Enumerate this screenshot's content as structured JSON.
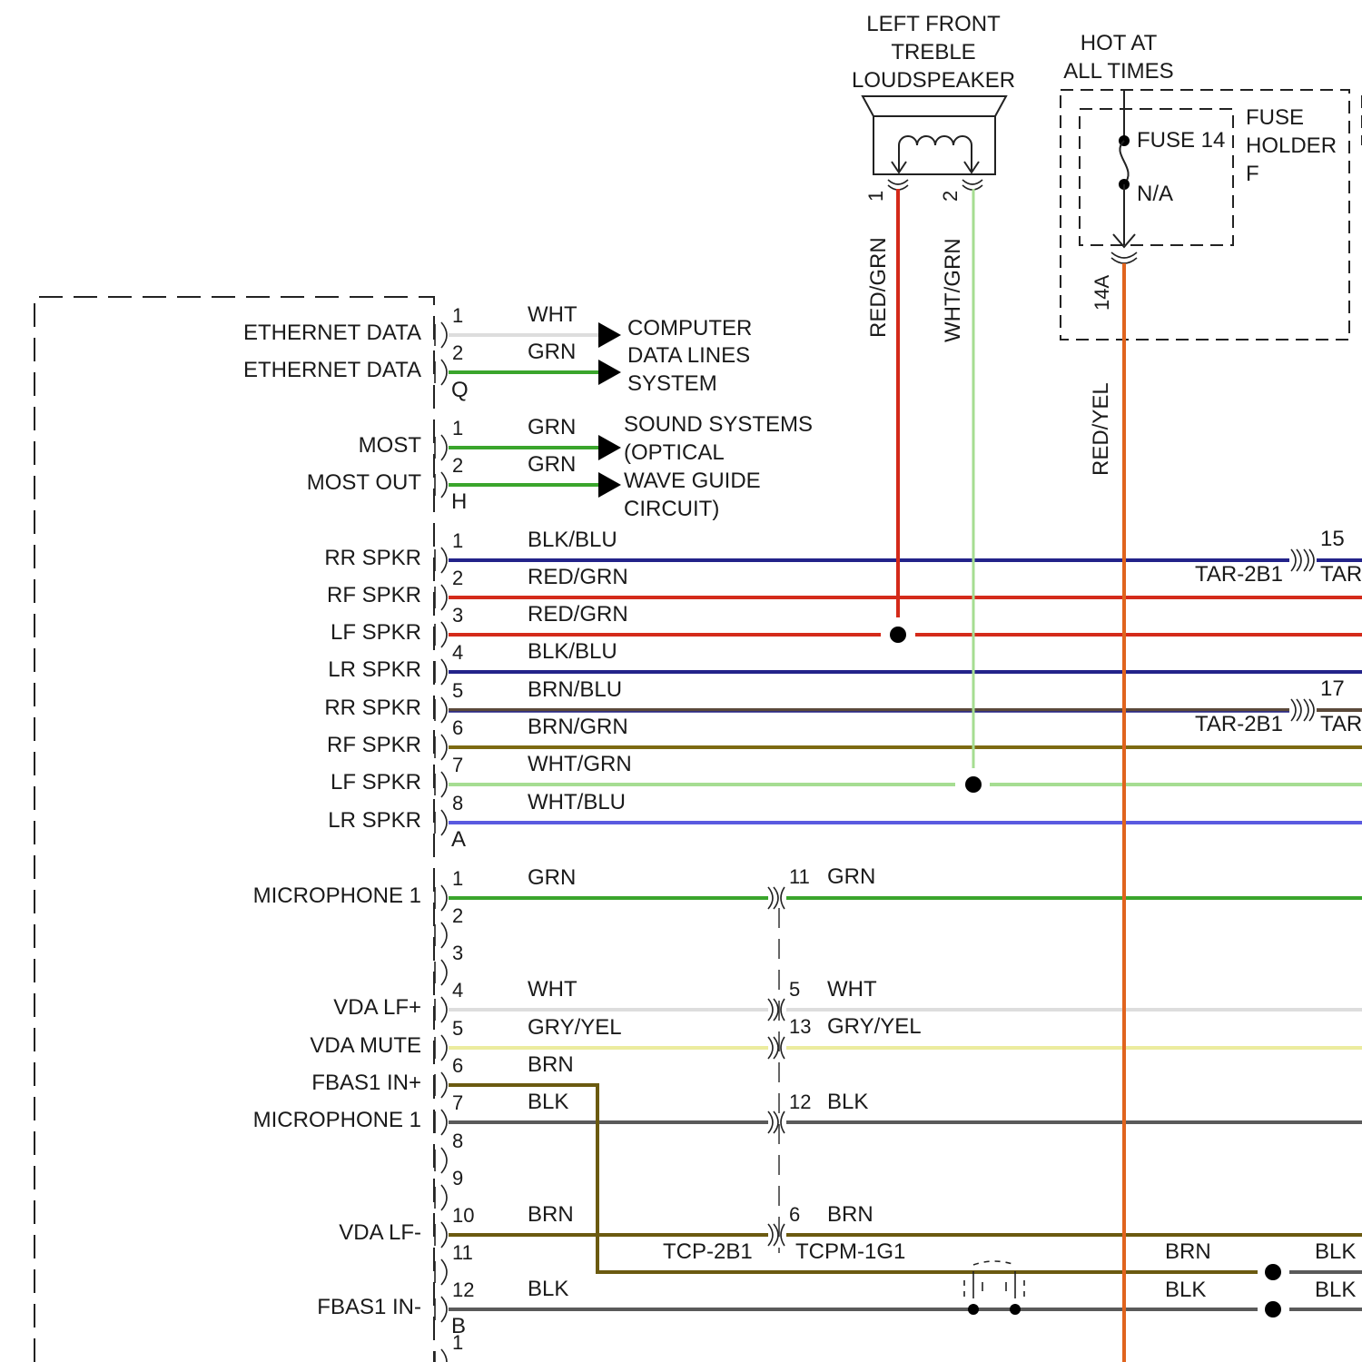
{
  "module_pins": [
    {
      "pin": "1",
      "color": "WHT",
      "label": "ETHERNET DATA",
      "stroke": "#dddddd"
    },
    {
      "pin": "2",
      "color": "GRN",
      "label": "ETHERNET DATA",
      "stroke": "#3aa52c"
    },
    {
      "pin": "1",
      "color": "GRN",
      "label": "MOST",
      "stroke": "#3aa52c"
    },
    {
      "pin": "2",
      "color": "GRN",
      "label": "MOST OUT",
      "stroke": "#3aa52c"
    },
    {
      "pin": "1",
      "color": "BLK/BLU",
      "label": "RR SPKR",
      "stroke": "#23238a"
    },
    {
      "pin": "2",
      "color": "RED/GRN",
      "label": "RF SPKR",
      "stroke": "#d42a1a"
    },
    {
      "pin": "3",
      "color": "RED/GRN",
      "label": "LF SPKR",
      "stroke": "#d42a1a"
    },
    {
      "pin": "4",
      "color": "BLK/BLU",
      "label": "LR SPKR",
      "stroke": "#23238a"
    },
    {
      "pin": "5",
      "color": "BRN/BLU",
      "label": "RR SPKR",
      "stroke": "#5b4a3a"
    },
    {
      "pin": "6",
      "color": "BRN/GRN",
      "label": "RF SPKR",
      "stroke": "#7d6a12"
    },
    {
      "pin": "7",
      "color": "WHT/GRN",
      "label": "LF SPKR",
      "stroke": "#a6dd92"
    },
    {
      "pin": "8",
      "color": "WHT/BLU",
      "label": "LR SPKR",
      "stroke": "#5a5ae0"
    },
    {
      "pin": "1",
      "color": "GRN",
      "label": "MICROPHONE 1",
      "stroke": "#3aa52c"
    },
    {
      "pin": "2",
      "color": "",
      "label": "",
      "stroke": ""
    },
    {
      "pin": "3",
      "color": "",
      "label": "",
      "stroke": ""
    },
    {
      "pin": "4",
      "color": "WHT",
      "label": "VDA LF+",
      "stroke": "#dddddd"
    },
    {
      "pin": "5",
      "color": "GRY/YEL",
      "label": "VDA MUTE",
      "stroke": "#ecec9e"
    },
    {
      "pin": "6",
      "color": "BRN",
      "label": "FBAS1 IN+",
      "stroke": "#6b5a10"
    },
    {
      "pin": "7",
      "color": "BLK",
      "label": "MICROPHONE 1",
      "stroke": "#5a5a5a"
    },
    {
      "pin": "8",
      "color": "",
      "label": "",
      "stroke": ""
    },
    {
      "pin": "9",
      "color": "",
      "label": "",
      "stroke": ""
    },
    {
      "pin": "10",
      "color": "BRN",
      "label": "VDA LF-",
      "stroke": "#6b5a10"
    },
    {
      "pin": "11",
      "color": "",
      "label": "",
      "stroke": ""
    },
    {
      "pin": "12",
      "color": "BLK",
      "label": "FBAS1 IN-",
      "stroke": "#5a5a5a"
    },
    {
      "pin": "1",
      "color": "",
      "label": "",
      "stroke": ""
    }
  ],
  "connectors": {
    "q": "Q",
    "h": "H",
    "a": "A",
    "b": "B"
  },
  "destinations": {
    "computer_data": [
      "COMPUTER",
      "DATA LINES",
      "SYSTEM"
    ],
    "sound_systems": [
      "SOUND SYSTEMS",
      "(OPTICAL",
      "WAVE GUIDE",
      "CIRCUIT)"
    ]
  },
  "speaker": {
    "title": [
      "LEFT FRONT",
      "TREBLE",
      "LOUDSPEAKER"
    ],
    "pin1": "1",
    "pin2": "2",
    "wire1": "RED/GRN",
    "wire2": "WHT/GRN"
  },
  "fuse": {
    "hot": [
      "HOT AT",
      "ALL TIMES"
    ],
    "holder": [
      "FUSE",
      "HOLDER",
      "F"
    ],
    "fuse_label": "FUSE 14",
    "rating": "N/A",
    "pin": "14A",
    "wire": "RED/YEL"
  },
  "inline_connectors": {
    "tar_pin_15": "15",
    "tar_pin_17": "17",
    "tar_2b1": "TAR-2B1",
    "tar_prefix": "TAR",
    "tcp_2b1": "TCP-2B1",
    "tcpm_1g1": "TCPM-1G1"
  },
  "inline_pins": [
    {
      "pin": "11",
      "color": "GRN"
    },
    {
      "pin": "5",
      "color": "WHT"
    },
    {
      "pin": "13",
      "color": "GRY/YEL"
    },
    {
      "pin": "12",
      "color": "BLK"
    },
    {
      "pin": "6",
      "color": "BRN"
    }
  ],
  "right_labels": {
    "brn": "BRN",
    "blk_upper": "BLK",
    "blk_lower_left": "BLK",
    "blk_lower_right": "BLK"
  },
  "colors": {
    "red": "#d42a1a",
    "red_yel": "#e0641e",
    "grn": "#3aa52c",
    "wht_grn": "#a6dd92",
    "blk_blu": "#23238a",
    "brn": "#6b5a10",
    "blk": "#5a5a5a"
  }
}
